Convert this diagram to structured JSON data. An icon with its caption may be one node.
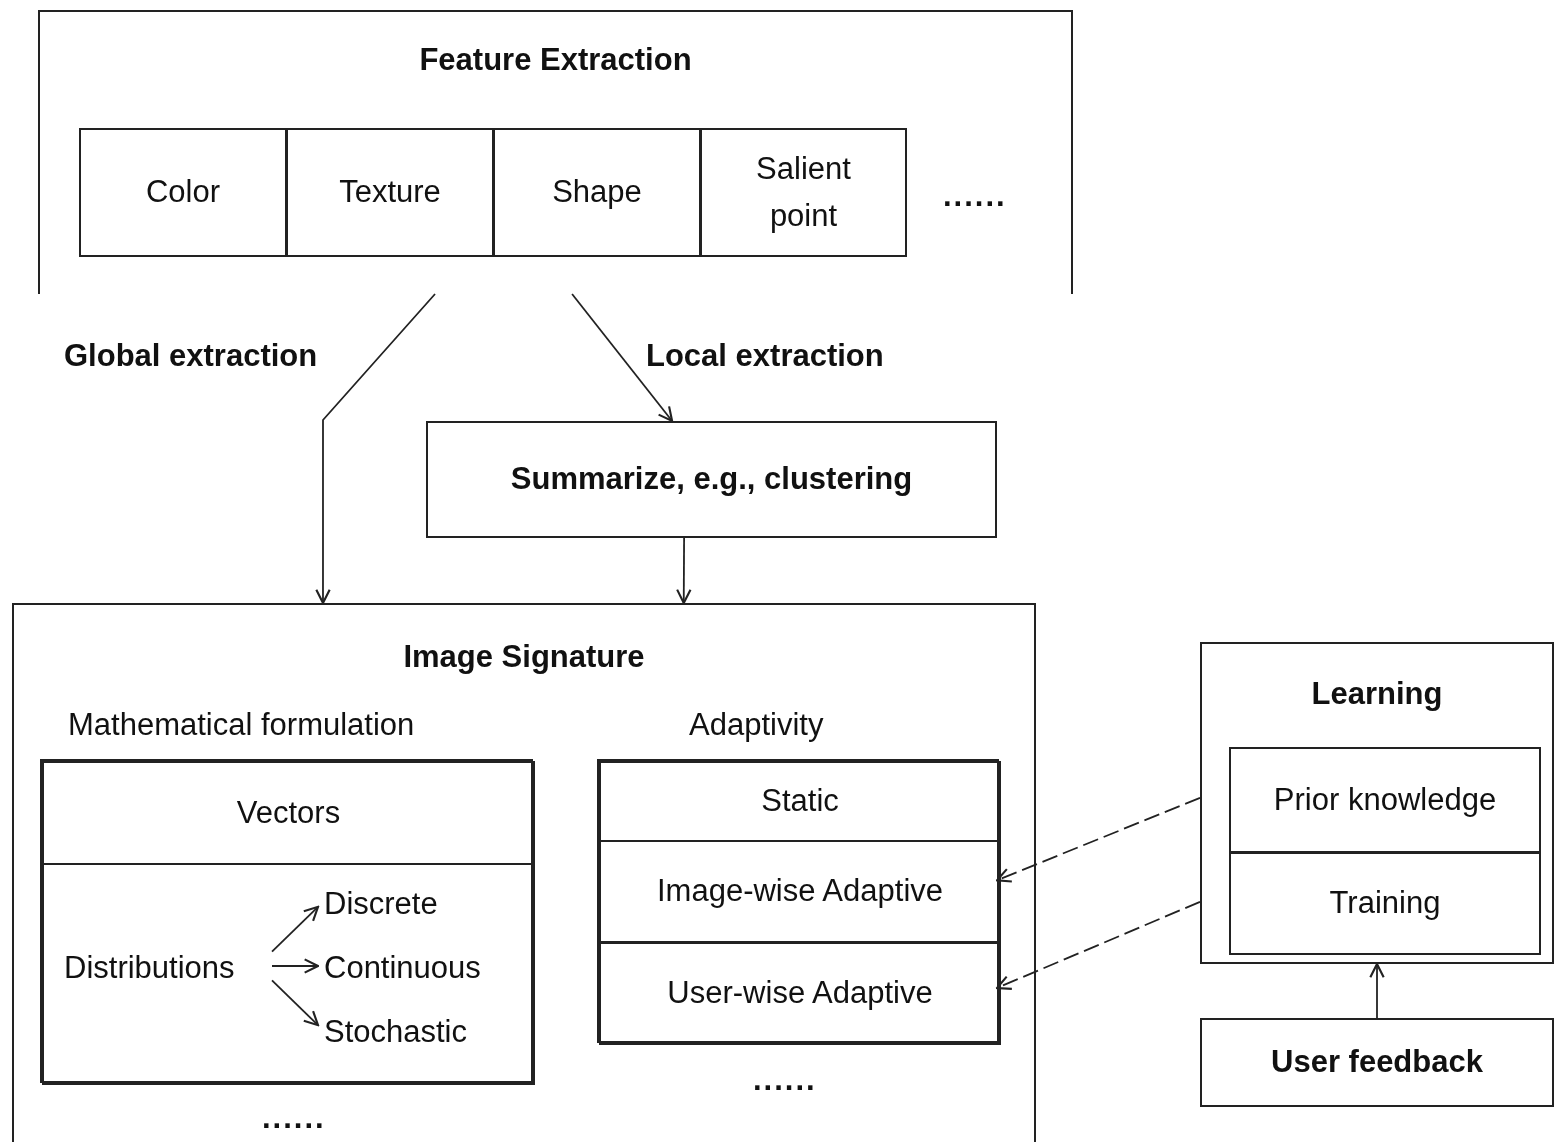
{
  "diagram": {
    "nodes": [
      {
        "text": [
          "Feature Extraction"
        ]
      },
      {
        "text": [
          "Color"
        ],
        "in": 0
      },
      {
        "text": [
          "Texture"
        ],
        "in": 0
      },
      {
        "text": [
          "Shape"
        ],
        "in": 0
      },
      {
        "text": [
          "Salient point"
        ],
        "in": 0
      },
      {
        "text": [
          "Summarize, e.g., clustering"
        ]
      },
      {
        "text": [
          "Image Signature"
        ]
      },
      {
        "text": [
          "Mathematical formulation"
        ],
        "in": 6
      },
      {
        "text": [
          "Vectors"
        ],
        "in": 7
      },
      {
        "text": [],
        "shape": "box",
        "in": 7
      },
      {
        "text": [
          "Distributions"
        ],
        "in": 9
      },
      {
        "text": [
          "Discrete"
        ],
        "in": 9
      },
      {
        "text": [
          "Continuous"
        ],
        "in": 9
      },
      {
        "text": [
          "Stochastic"
        ],
        "in": 9
      },
      {
        "text": [
          "Adaptivity"
        ],
        "in": 6
      },
      {
        "text": [
          "Static"
        ],
        "in": 14
      },
      {
        "text": [
          "Image-wise Adaptive"
        ],
        "in": 14
      },
      {
        "text": [
          "User-wise Adaptive"
        ],
        "in": 14
      },
      {
        "text": [
          "Learning"
        ]
      },
      {
        "text": [
          "Prior knowledge"
        ],
        "in": 18
      },
      {
        "text": [
          "Training"
        ],
        "in": 18
      },
      {
        "text": [
          "User feedback"
        ]
      }
    ],
    "edges": [
      {
        "from": 0,
        "to": 6,
        "arrow": "to",
        "label": "Global extraction"
      },
      {
        "from": 0,
        "to": 5,
        "arrow": "to",
        "label": "Local extraction"
      },
      {
        "from": 5,
        "to": 6,
        "arrow": "to"
      },
      {
        "from": 10,
        "to": 11,
        "arrow": "to"
      },
      {
        "from": 10,
        "to": 12,
        "arrow": "to"
      },
      {
        "from": 10,
        "to": 13,
        "arrow": "to"
      },
      {
        "from": 18,
        "to": 16,
        "arrow": "to",
        "style": "dashed"
      },
      {
        "from": 18,
        "to": 17,
        "arrow": "to",
        "style": "dashed"
      },
      {
        "from": 21,
        "to": 18,
        "arrow": "to"
      }
    ],
    "labels": [
      "......",
      "......",
      "......"
    ]
  }
}
